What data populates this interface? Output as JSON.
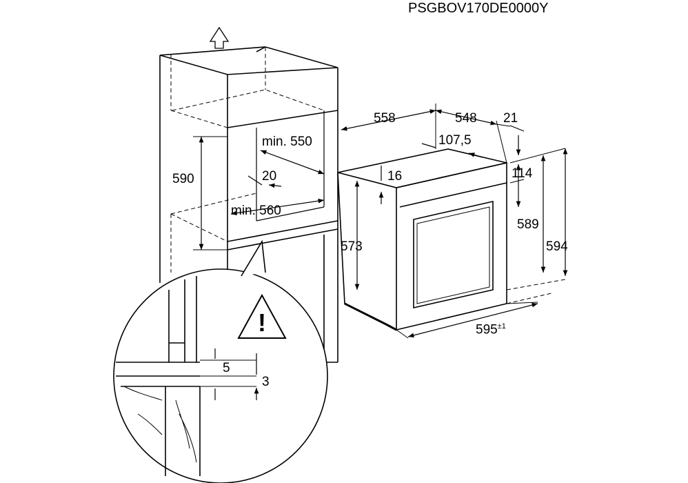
{
  "model_code": "PSGBOV170DE0000Y",
  "dimensions": {
    "niche_height": "590",
    "niche_width": "min. 550",
    "niche_depth": "min. 560",
    "vent_gap": "20",
    "oven_depth_total": "558",
    "oven_body_depth": "548",
    "front_thickness": "21",
    "panel_offset": "107,5",
    "top_offset": "16",
    "control_panel_height": "114",
    "body_height": "573",
    "inner_height": "589",
    "front_height": "594",
    "front_width": "595",
    "front_width_tolerance": "±1",
    "detail_gap_a": "5",
    "detail_gap_b": "3"
  },
  "icons": {
    "arrow": "up-arrow-icon",
    "warning": "warning-icon"
  },
  "colors": {
    "line": "#000000",
    "background": "#ffffff"
  }
}
